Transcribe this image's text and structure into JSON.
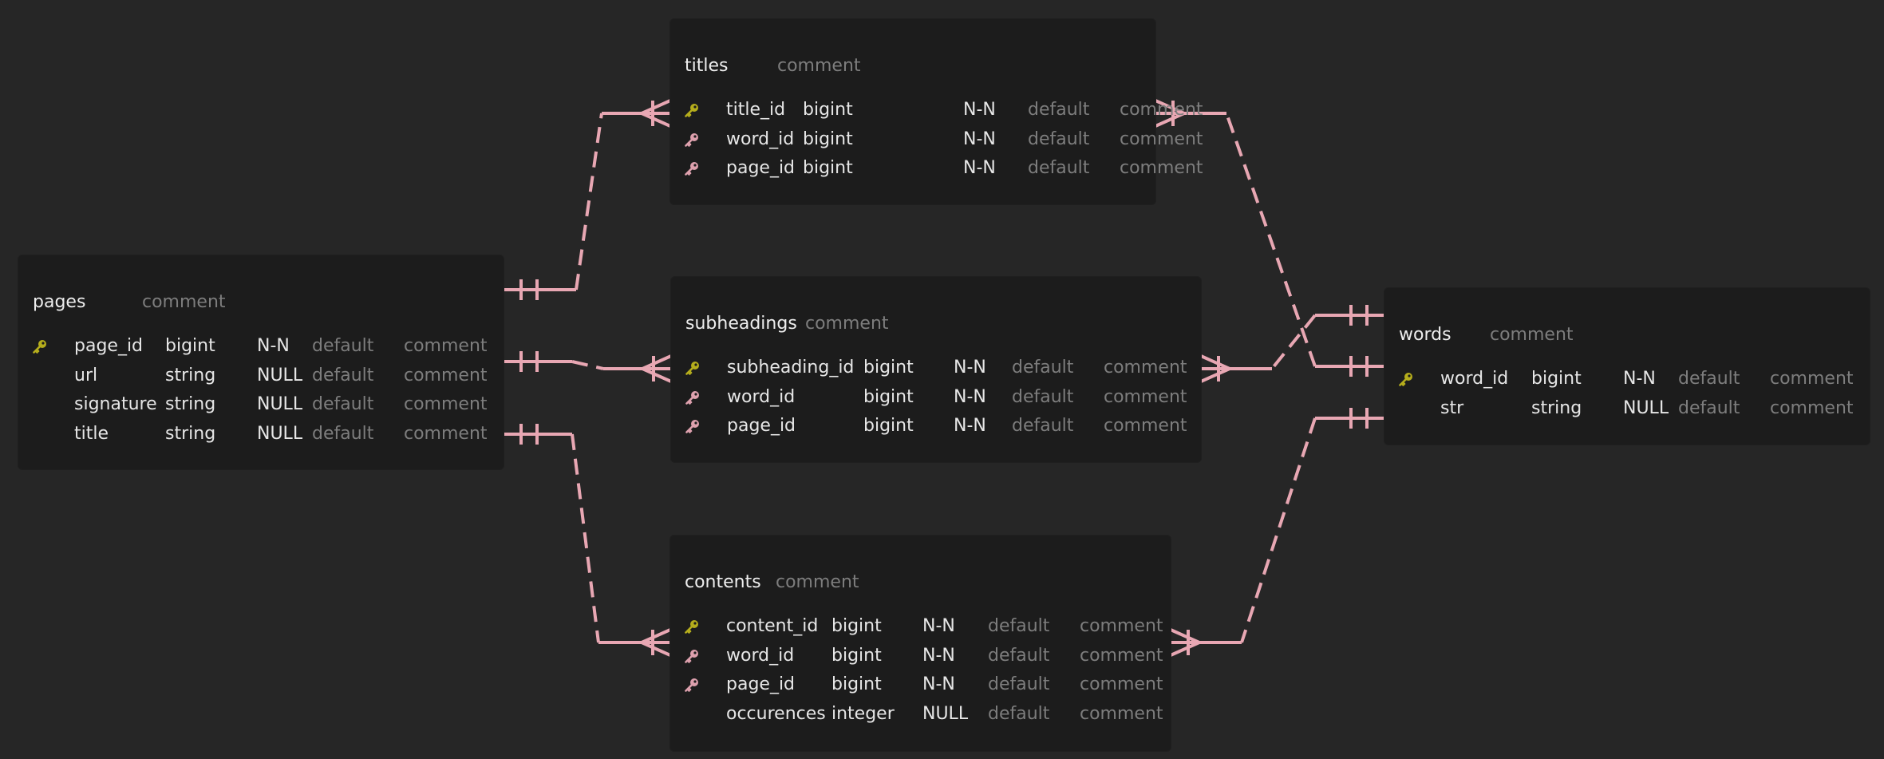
{
  "colors": {
    "background": "#262626",
    "table_bg": "#1c1c1c",
    "text": "#e6e6e6",
    "muted": "#7d7d7d",
    "primary_key": "#b5ad1c",
    "foreign_key": "#dda0ad",
    "relation_line": "#e8a7b3"
  },
  "tables": {
    "titles": {
      "name": "titles",
      "comment": "comment",
      "columns": [
        {
          "key": "primary-key-icon",
          "name": "title_id",
          "type": "bigint",
          "nullability": "N-N",
          "default": "default",
          "comment": "comment"
        },
        {
          "key": "foreign-key-icon",
          "name": "word_id",
          "type": "bigint",
          "nullability": "N-N",
          "default": "default",
          "comment": "comment"
        },
        {
          "key": "foreign-key-icon",
          "name": "page_id",
          "type": "bigint",
          "nullability": "N-N",
          "default": "default",
          "comment": "comment"
        }
      ]
    },
    "pages": {
      "name": "pages",
      "comment": "comment",
      "columns": [
        {
          "key": "primary-key-icon",
          "name": "page_id",
          "type": "bigint",
          "nullability": "N-N",
          "default": "default",
          "comment": "comment"
        },
        {
          "key": "",
          "name": "url",
          "type": "string",
          "nullability": "NULL",
          "default": "default",
          "comment": "comment"
        },
        {
          "key": "",
          "name": "signature",
          "type": "string",
          "nullability": "NULL",
          "default": "default",
          "comment": "comment"
        },
        {
          "key": "",
          "name": "title",
          "type": "string",
          "nullability": "NULL",
          "default": "default",
          "comment": "comment"
        }
      ]
    },
    "subheadings": {
      "name": "subheadings",
      "comment": "comment",
      "columns": [
        {
          "key": "primary-key-icon",
          "name": "subheading_id",
          "type": "bigint",
          "nullability": "N-N",
          "default": "default",
          "comment": "comment"
        },
        {
          "key": "foreign-key-icon",
          "name": "word_id",
          "type": "bigint",
          "nullability": "N-N",
          "default": "default",
          "comment": "comment"
        },
        {
          "key": "foreign-key-icon",
          "name": "page_id",
          "type": "bigint",
          "nullability": "N-N",
          "default": "default",
          "comment": "comment"
        }
      ]
    },
    "words": {
      "name": "words",
      "comment": "comment",
      "columns": [
        {
          "key": "primary-key-icon",
          "name": "word_id",
          "type": "bigint",
          "nullability": "N-N",
          "default": "default",
          "comment": "comment"
        },
        {
          "key": "",
          "name": "str",
          "type": "string",
          "nullability": "NULL",
          "default": "default",
          "comment": "comment"
        }
      ]
    },
    "contents": {
      "name": "contents",
      "comment": "comment",
      "columns": [
        {
          "key": "primary-key-icon",
          "name": "content_id",
          "type": "bigint",
          "nullability": "N-N",
          "default": "default",
          "comment": "comment"
        },
        {
          "key": "foreign-key-icon",
          "name": "word_id",
          "type": "bigint",
          "nullability": "N-N",
          "default": "default",
          "comment": "comment"
        },
        {
          "key": "foreign-key-icon",
          "name": "page_id",
          "type": "bigint",
          "nullability": "N-N",
          "default": "default",
          "comment": "comment"
        },
        {
          "key": "",
          "name": "occurences",
          "type": "integer",
          "nullability": "NULL",
          "default": "default",
          "comment": "comment"
        }
      ]
    }
  },
  "relations": [
    {
      "from": "pages",
      "to": "titles",
      "from_cardinality": "one-mandatory",
      "to_cardinality": "one-or-many"
    },
    {
      "from": "pages",
      "to": "subheadings",
      "from_cardinality": "one-mandatory",
      "to_cardinality": "one-or-many"
    },
    {
      "from": "pages",
      "to": "contents",
      "from_cardinality": "one-mandatory",
      "to_cardinality": "one-or-many"
    },
    {
      "from": "words",
      "to": "titles",
      "from_cardinality": "one-mandatory",
      "to_cardinality": "one-or-many"
    },
    {
      "from": "words",
      "to": "subheadings",
      "from_cardinality": "one-mandatory",
      "to_cardinality": "one-or-many"
    },
    {
      "from": "words",
      "to": "contents",
      "from_cardinality": "one-mandatory",
      "to_cardinality": "one-or-many"
    }
  ]
}
